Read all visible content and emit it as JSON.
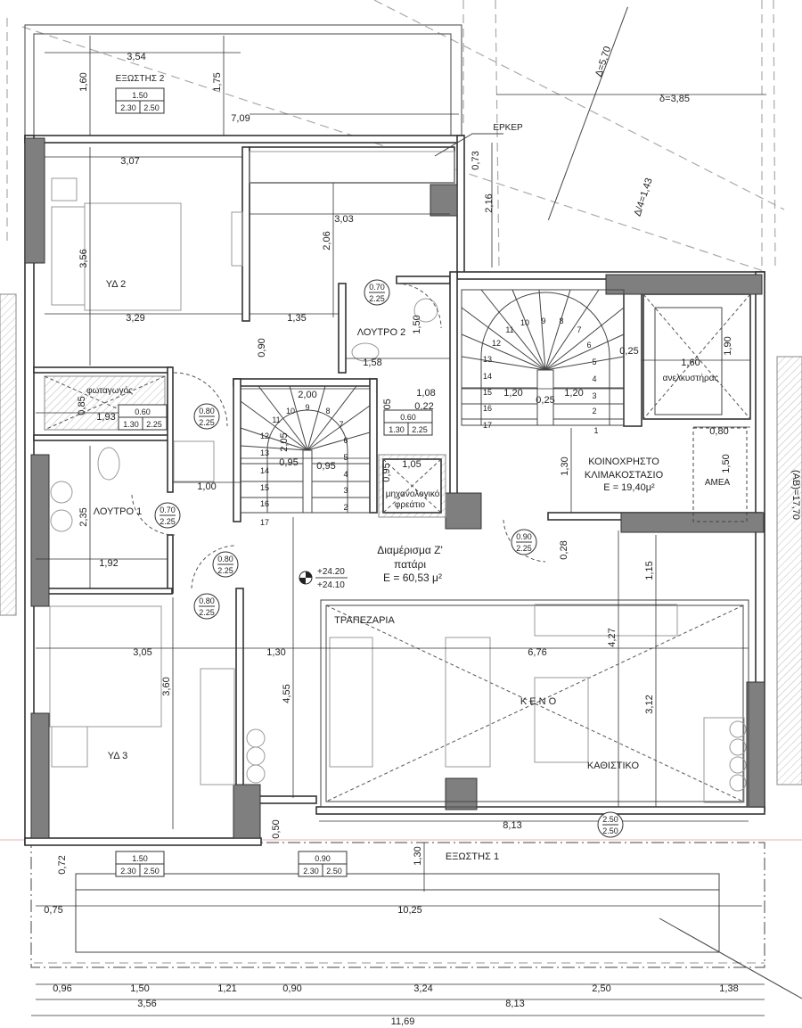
{
  "rooms": {
    "bedroom2": "ΥΔ 2",
    "bedroom3": "ΥΔ 3",
    "bath1": "ΛΟΥΤΡΟ 1",
    "bath2": "ΛΟΥΤΡΟ 2",
    "lightwell": "φωταγωγός",
    "mech1": "μηχανολογικό",
    "mech2": "φρεάτιο",
    "elevator": "ανελκυστήρας",
    "stair1": "ΚΟΙΝΟΧΡΗΣΤΟ",
    "stair2": "ΚΛΙΜΑΚΟΣΤΑΣΙΟ",
    "stair_area": "Ε = 19,40μ²",
    "accessible": "ΑΜΕΑ",
    "dining": "ΤΡΑΠΕΖΑΡΙΑ",
    "void": "Κ Ε Ν Ο",
    "living": "ΚΑΘΙΣΤΙΚΟ",
    "balcony1": "ΕΞΩΣΤΗΣ 1",
    "balcony2": "ΕΞΩΣΤΗΣ 2",
    "erker": "ΕΡΚΕΡ"
  },
  "apartment": {
    "name": "Διαμέρισμα Ζ'",
    "level": "πατάρι",
    "area": "Ε = 60,53 μ²",
    "elev_top": "+24.20",
    "elev_bottom": "+24.10"
  },
  "site": {
    "delta": "Δ=5,70",
    "small_delta": "δ=3,85",
    "quarter": "Δ/4=1,43",
    "ab": "(ΑΒ)=17,70"
  },
  "dims": [
    "3,54",
    "1,60",
    "1,75",
    "7,09",
    "0,73",
    "2,16",
    "3,07",
    "3,56",
    "3,29",
    "3,03",
    "2,06",
    "1,35",
    "0,90",
    "1,50",
    "1,58",
    "1,08",
    "0,22",
    "1,05",
    "2,00",
    "2,05",
    "0,95",
    "0,95",
    "1,20",
    "0,25",
    "1,20",
    "0,25",
    "1,60",
    "1,90",
    "0,80",
    "1,50",
    "1,30",
    "1,05",
    "0,95",
    "0,85",
    "1,93",
    "1,00",
    "2,35",
    "1,92",
    "0,28",
    "1,15",
    "3,05",
    "1,30",
    "6,76",
    "4,55",
    "4,27",
    "3,60",
    "3,12",
    "0,50",
    "8,13",
    "0,72",
    "1,30",
    "0,75",
    "10,25",
    "0,96",
    "1,50",
    "1,21",
    "0,90",
    "3,24",
    "2,50",
    "1,38",
    "3,56",
    "8,13",
    "11,69"
  ],
  "doors": [
    {
      "w": "0.70",
      "h": "2.25"
    },
    {
      "w": "0.80",
      "h": "2.25"
    },
    {
      "w": "0.70",
      "h": "2.25"
    },
    {
      "w": "0.80",
      "h": "2.25"
    },
    {
      "w": "0.80",
      "h": "2.25"
    },
    {
      "w": "0.90",
      "h": "2.25"
    },
    {
      "w": "2.50",
      "h": "2.50"
    }
  ],
  "windows": [
    {
      "w": "1.50",
      "sill": "2.30",
      "h": "2.50"
    },
    {
      "w": "0.60",
      "sill": "1.30",
      "h": "2.25"
    },
    {
      "w": "0.60",
      "sill": "1.30",
      "h": "2.25"
    },
    {
      "w": "1.50",
      "sill": "2.30",
      "h": "2.50"
    },
    {
      "w": "0.90",
      "sill": "2.30",
      "h": "2.50"
    }
  ],
  "stair_steps": [
    "1",
    "2",
    "3",
    "4",
    "5",
    "6",
    "7",
    "8",
    "9",
    "10",
    "11",
    "12",
    "13",
    "14",
    "15",
    "16",
    "17"
  ]
}
